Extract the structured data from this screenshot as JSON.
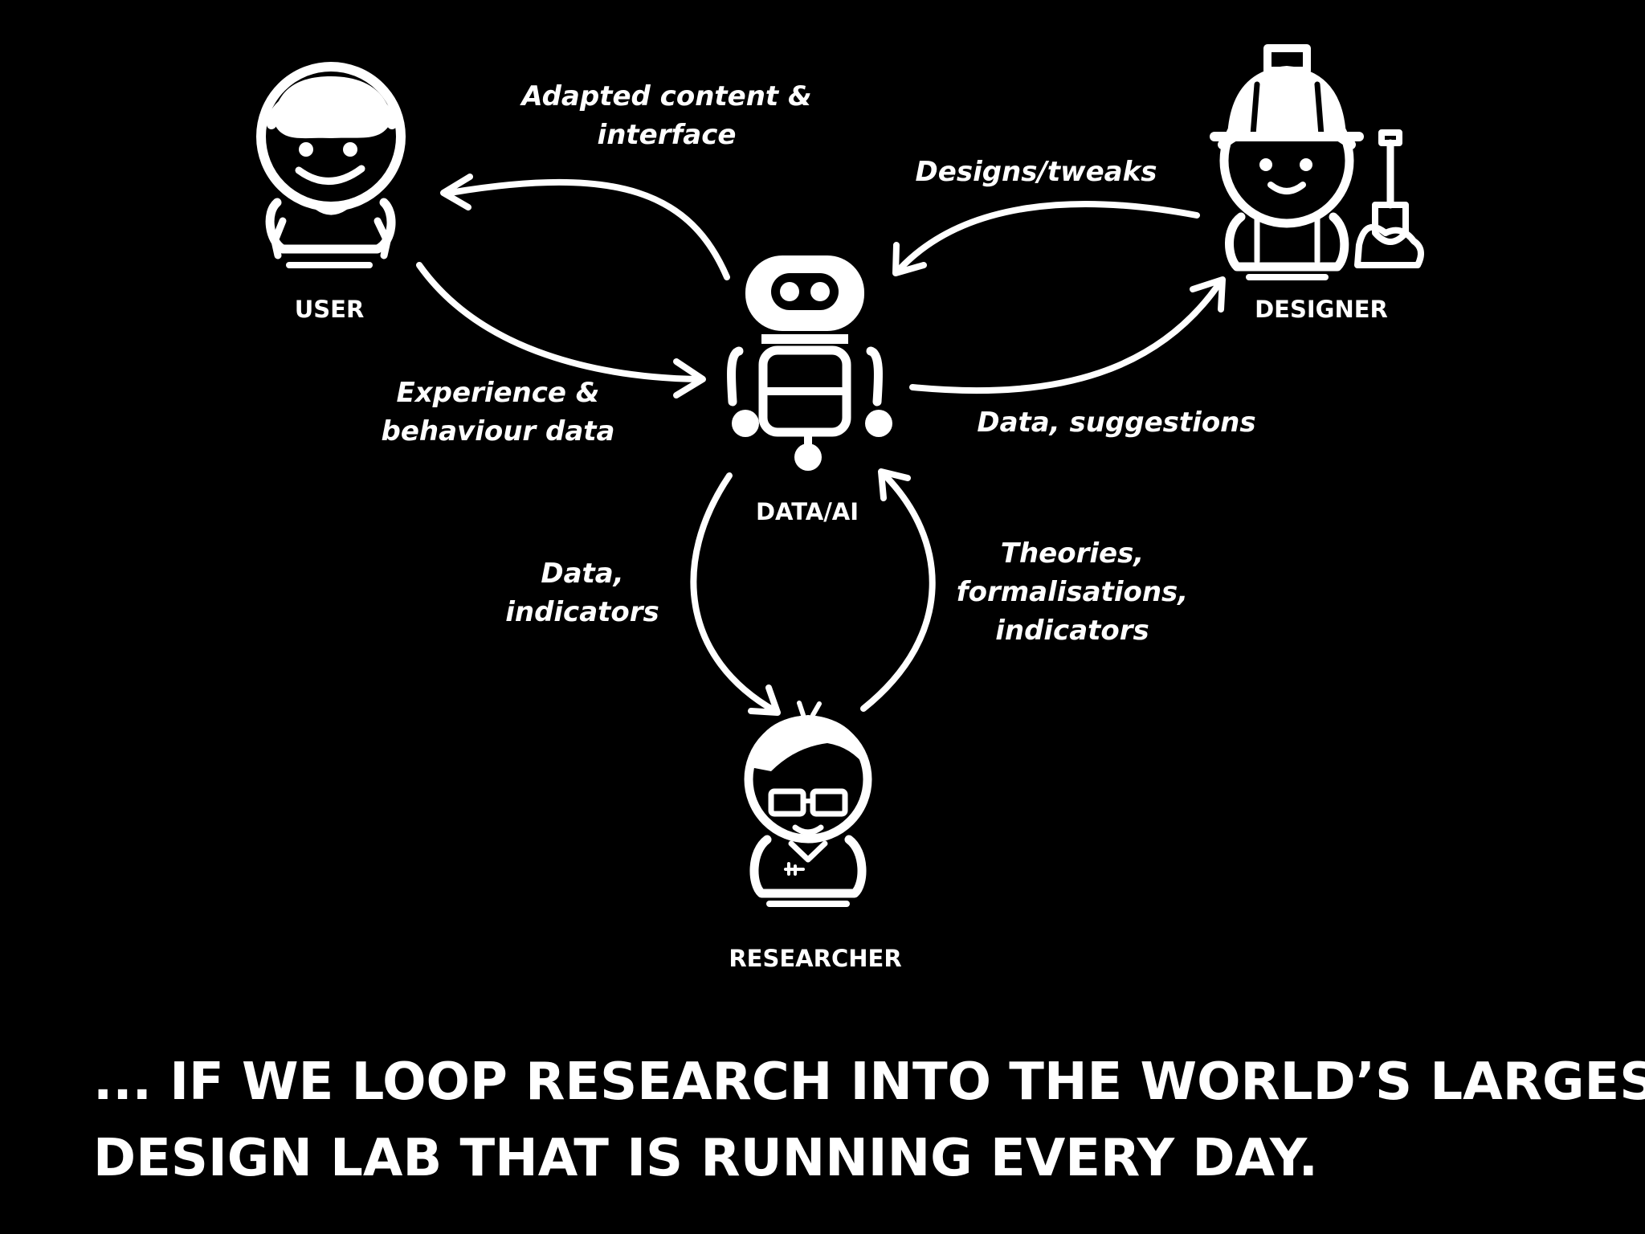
{
  "diagram": {
    "nodes": [
      {
        "id": "user",
        "label": "USER"
      },
      {
        "id": "ai",
        "label": "DATA/AI"
      },
      {
        "id": "designer",
        "label": "DESIGNER"
      },
      {
        "id": "researcher",
        "label": "RESEARCHER"
      }
    ],
    "edges": [
      {
        "from": "ai",
        "to": "user",
        "label": "Adapted content &\ninterface"
      },
      {
        "from": "user",
        "to": "ai",
        "label": "Experience &\nbehaviour data"
      },
      {
        "from": "designer",
        "to": "ai",
        "label": "Designs/tweaks"
      },
      {
        "from": "ai",
        "to": "designer",
        "label": "Data, suggestions"
      },
      {
        "from": "ai",
        "to": "researcher",
        "label": "Data,\nindicators"
      },
      {
        "from": "researcher",
        "to": "ai",
        "label": "Theories,\nformalisations,\nindicators"
      }
    ]
  },
  "caption": {
    "line1": "... IF WE LOOP RESEARCH INTO THE WORLD’S LARGEST",
    "line2": "DESIGN LAB THAT IS RUNNING EVERY DAY."
  },
  "colors": {
    "background": "#000000",
    "foreground": "#ffffff"
  }
}
